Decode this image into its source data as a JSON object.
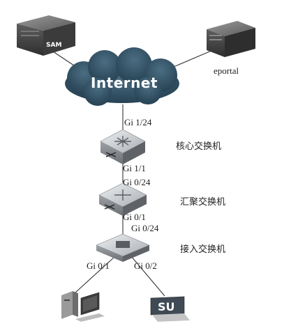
{
  "nodes": {
    "sam_label": "SAM",
    "eportal_label": "eportal",
    "internet_label": "Internet",
    "su_label": "SU"
  },
  "switches": {
    "core": "核心交换机",
    "aggregation": "汇聚交换机",
    "access": "接入交换机"
  },
  "ports": {
    "core_top": "Gi 1/24",
    "core_bottom": "Gi 1/1",
    "agg_top": "Gi 0/24",
    "agg_bottom": "Gi 0/1",
    "access_top": "Gi 0/24",
    "access_left": "Gi 0/1",
    "access_right": "Gi 0/2"
  },
  "colors": {
    "cloud": "#2f4f63",
    "server": "#4a4a4a",
    "switch": "#b8bcc0"
  }
}
